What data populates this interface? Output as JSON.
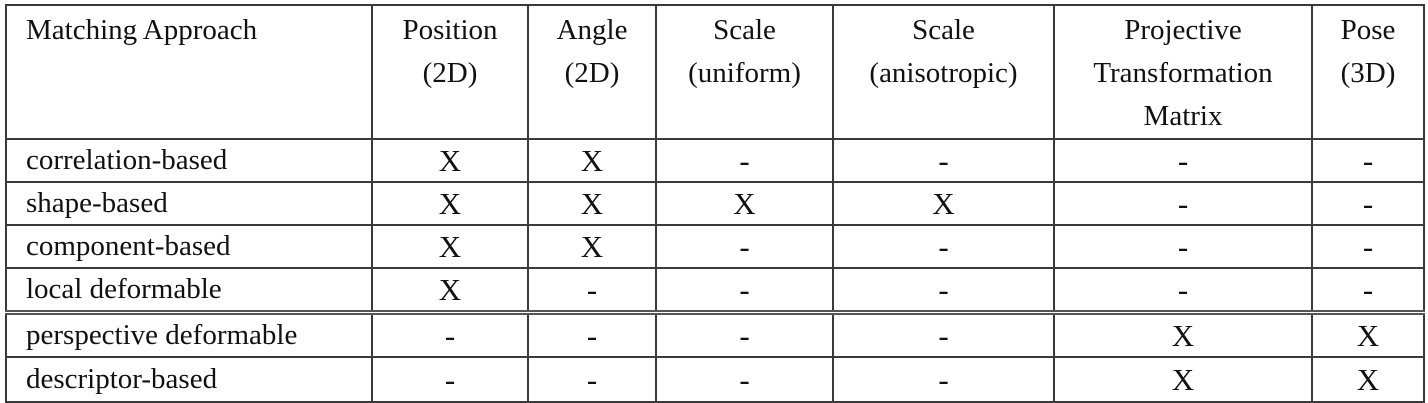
{
  "table": {
    "headers": [
      [
        "Matching Approach"
      ],
      [
        "Position",
        "(2D)"
      ],
      [
        "Angle",
        "(2D)"
      ],
      [
        "Scale",
        "(uniform)"
      ],
      [
        "Scale",
        "(anisotropic)"
      ],
      [
        "Projective",
        "Transformation",
        "Matrix"
      ],
      [
        "Pose",
        "(3D)"
      ]
    ],
    "rows": [
      [
        "correlation-based",
        "X",
        "X",
        "-",
        "-",
        "-",
        "-"
      ],
      [
        "shape-based",
        "X",
        "X",
        "X",
        "X",
        "-",
        "-"
      ],
      [
        "component-based",
        "X",
        "X",
        "-",
        "-",
        "-",
        "-"
      ],
      [
        "local deformable",
        "X",
        "-",
        "-",
        "-",
        "-",
        "-"
      ],
      [
        "perspective deformable",
        "-",
        "-",
        "-",
        "-",
        "X",
        "X"
      ],
      [
        "descriptor-based",
        "-",
        "-",
        "-",
        "-",
        "X",
        "X"
      ]
    ]
  }
}
